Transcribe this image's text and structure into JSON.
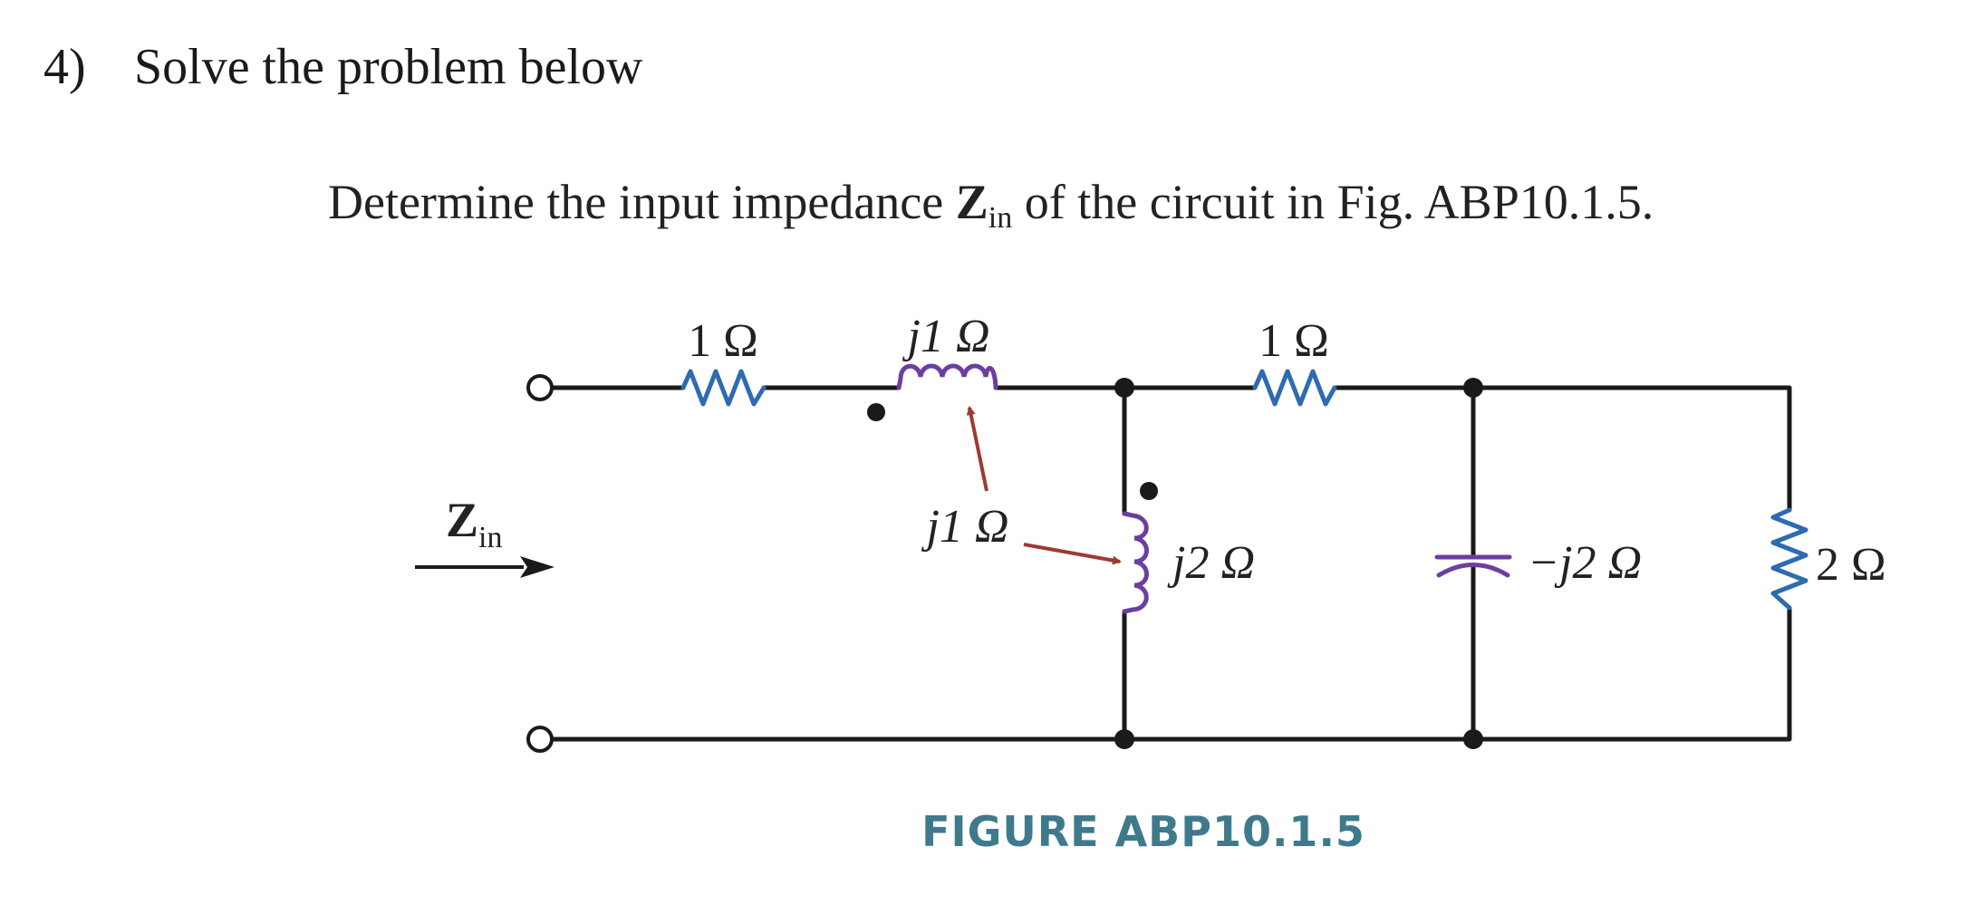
{
  "heading": {
    "number": "4)",
    "text": "Solve the problem below"
  },
  "problem": {
    "before": "Determine the input impedance ",
    "symbol": "Z",
    "subscript": "in",
    "after": " of the circuit in Fig. ABP10.1.5."
  },
  "circuit": {
    "labels": {
      "series_r1": "1 Ω",
      "inductor1": "j1 Ω",
      "mutual": "j1 Ω",
      "inductor2": "j2 Ω",
      "series_r2": "1 Ω",
      "capacitor": "−j2 Ω",
      "load_r": "2 Ω",
      "zin_symbol": "Z",
      "zin_sub": "in"
    },
    "caption": "FIGURE ABP10.1.5",
    "colors": {
      "wire": "#1a1a1a",
      "resistor": "#2e6bb0",
      "inductor": "#6a3fa0",
      "capacitor": "#6a3fa0",
      "mutual_arrow": "#9b3b32",
      "caption": "#3f7a8c"
    }
  }
}
